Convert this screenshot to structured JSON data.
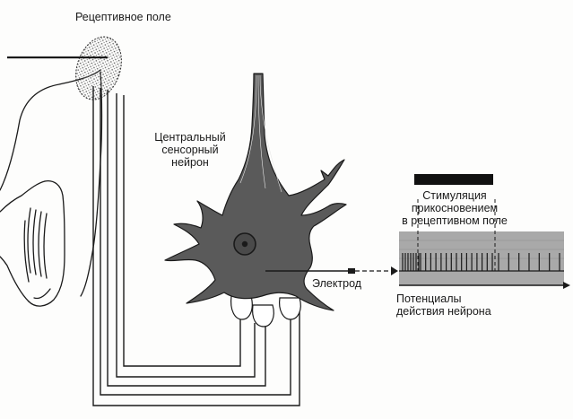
{
  "labels": {
    "receptive_field": "Рецептивное поле",
    "central_neuron": [
      "Центральный",
      "сенсорный",
      "нейрон"
    ],
    "stimulation": [
      "Стимуляция",
      "прикосновением",
      "в рецептивном поле"
    ],
    "electrode": "Электрод",
    "action_potentials": [
      "Потенциалы",
      "действия нейрона"
    ]
  },
  "recording": {
    "baseline_spikes": 7,
    "stimulus_spikes": 15,
    "post_spikes": 7
  },
  "colors": {
    "ink": "#1a1a1a",
    "neuron_fill": "#5a5a5a",
    "recording_panel": "#a9a9a9",
    "stimulus_bar": "#111111",
    "receptive_field_dots": "#555555"
  }
}
